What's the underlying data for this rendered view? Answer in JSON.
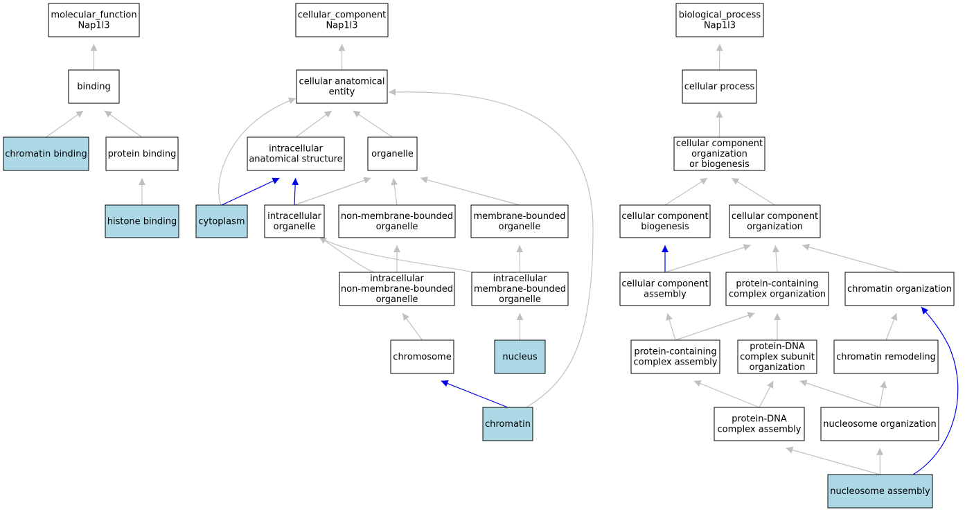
{
  "colors": {
    "highlight": "#add8e6",
    "normal": "#ffffff",
    "edge_default": "#c0c0c0",
    "edge_annotated": "#0000ee"
  },
  "nodes": [
    {
      "id": "mf_root",
      "lines": [
        "molecular_function",
        "Nap1l3"
      ],
      "highlight": false
    },
    {
      "id": "binding",
      "lines": [
        "binding"
      ],
      "highlight": false
    },
    {
      "id": "chromatin_binding",
      "lines": [
        "chromatin binding"
      ],
      "highlight": true
    },
    {
      "id": "protein_binding",
      "lines": [
        "protein binding"
      ],
      "highlight": false
    },
    {
      "id": "histone_binding",
      "lines": [
        "histone binding"
      ],
      "highlight": true
    },
    {
      "id": "cc_root",
      "lines": [
        "cellular_component",
        "Nap1l3"
      ],
      "highlight": false
    },
    {
      "id": "cae",
      "lines": [
        "cellular anatomical",
        "entity"
      ],
      "highlight": false
    },
    {
      "id": "ias",
      "lines": [
        "intracellular",
        "anatomical structure"
      ],
      "highlight": false
    },
    {
      "id": "organelle",
      "lines": [
        "organelle"
      ],
      "highlight": false
    },
    {
      "id": "cytoplasm",
      "lines": [
        "cytoplasm"
      ],
      "highlight": true
    },
    {
      "id": "io",
      "lines": [
        "intracellular",
        "organelle"
      ],
      "highlight": false
    },
    {
      "id": "nmbo",
      "lines": [
        "non-membrane-bounded",
        "organelle"
      ],
      "highlight": false
    },
    {
      "id": "mbo",
      "lines": [
        "membrane-bounded",
        "organelle"
      ],
      "highlight": false
    },
    {
      "id": "inmbo",
      "lines": [
        "intracellular",
        "non-membrane-bounded",
        "organelle"
      ],
      "highlight": false
    },
    {
      "id": "imbo",
      "lines": [
        "intracellular",
        "membrane-bounded",
        "organelle"
      ],
      "highlight": false
    },
    {
      "id": "chromosome",
      "lines": [
        "chromosome"
      ],
      "highlight": false
    },
    {
      "id": "nucleus",
      "lines": [
        "nucleus"
      ],
      "highlight": true
    },
    {
      "id": "chromatin",
      "lines": [
        "chromatin"
      ],
      "highlight": true
    },
    {
      "id": "bp_root",
      "lines": [
        "biological_process",
        "Nap1l3"
      ],
      "highlight": false
    },
    {
      "id": "cp",
      "lines": [
        "cellular process"
      ],
      "highlight": false
    },
    {
      "id": "ccob",
      "lines": [
        "cellular component",
        "organization",
        "or biogenesis"
      ],
      "highlight": false
    },
    {
      "id": "ccb",
      "lines": [
        "cellular component",
        "biogenesis"
      ],
      "highlight": false
    },
    {
      "id": "cco",
      "lines": [
        "cellular component",
        "organization"
      ],
      "highlight": false
    },
    {
      "id": "cca",
      "lines": [
        "cellular component",
        "assembly"
      ],
      "highlight": false
    },
    {
      "id": "pcco",
      "lines": [
        "protein-containing",
        "complex organization"
      ],
      "highlight": false
    },
    {
      "id": "chro",
      "lines": [
        "chromatin organization"
      ],
      "highlight": false
    },
    {
      "id": "pcca",
      "lines": [
        "protein-containing",
        "complex assembly"
      ],
      "highlight": false
    },
    {
      "id": "pdcso",
      "lines": [
        "protein-DNA",
        "complex subunit",
        "organization"
      ],
      "highlight": false
    },
    {
      "id": "chrr",
      "lines": [
        "chromatin remodeling"
      ],
      "highlight": false
    },
    {
      "id": "pdca",
      "lines": [
        "protein-DNA",
        "complex assembly"
      ],
      "highlight": false
    },
    {
      "id": "nuco",
      "lines": [
        "nucleosome organization"
      ],
      "highlight": false
    },
    {
      "id": "nuca",
      "lines": [
        "nucleosome assembly"
      ],
      "highlight": true
    }
  ],
  "edges": [
    {
      "from": "binding",
      "to": "mf_root",
      "annotated": false
    },
    {
      "from": "chromatin_binding",
      "to": "binding",
      "annotated": false
    },
    {
      "from": "protein_binding",
      "to": "binding",
      "annotated": false
    },
    {
      "from": "histone_binding",
      "to": "protein_binding",
      "annotated": false
    },
    {
      "from": "cae",
      "to": "cc_root",
      "annotated": false
    },
    {
      "from": "ias",
      "to": "cae",
      "annotated": false
    },
    {
      "from": "organelle",
      "to": "cae",
      "annotated": false
    },
    {
      "from": "cytoplasm",
      "to": "cae",
      "annotated": false
    },
    {
      "from": "chromatin",
      "to": "cae",
      "annotated": false
    },
    {
      "from": "cytoplasm",
      "to": "ias",
      "annotated": true
    },
    {
      "from": "io",
      "to": "ias",
      "annotated": true
    },
    {
      "from": "io",
      "to": "organelle",
      "annotated": false
    },
    {
      "from": "nmbo",
      "to": "organelle",
      "annotated": false
    },
    {
      "from": "mbo",
      "to": "organelle",
      "annotated": false
    },
    {
      "from": "inmbo",
      "to": "io",
      "annotated": false
    },
    {
      "from": "imbo",
      "to": "io",
      "annotated": false
    },
    {
      "from": "inmbo",
      "to": "nmbo",
      "annotated": false
    },
    {
      "from": "imbo",
      "to": "mbo",
      "annotated": false
    },
    {
      "from": "chromosome",
      "to": "inmbo",
      "annotated": false
    },
    {
      "from": "nucleus",
      "to": "imbo",
      "annotated": false
    },
    {
      "from": "chromatin",
      "to": "chromosome",
      "annotated": true
    },
    {
      "from": "cp",
      "to": "bp_root",
      "annotated": false
    },
    {
      "from": "ccob",
      "to": "cp",
      "annotated": false
    },
    {
      "from": "ccb",
      "to": "ccob",
      "annotated": false
    },
    {
      "from": "cco",
      "to": "ccob",
      "annotated": false
    },
    {
      "from": "cca",
      "to": "ccb",
      "annotated": true
    },
    {
      "from": "cca",
      "to": "cco",
      "annotated": false
    },
    {
      "from": "pcco",
      "to": "cco",
      "annotated": false
    },
    {
      "from": "chro",
      "to": "cco",
      "annotated": false
    },
    {
      "from": "pcca",
      "to": "cca",
      "annotated": false
    },
    {
      "from": "pcca",
      "to": "pcco",
      "annotated": false
    },
    {
      "from": "pdcso",
      "to": "pcco",
      "annotated": false
    },
    {
      "from": "chrr",
      "to": "chro",
      "annotated": false
    },
    {
      "from": "pdca",
      "to": "pcca",
      "annotated": false
    },
    {
      "from": "pdca",
      "to": "pdcso",
      "annotated": false
    },
    {
      "from": "nuco",
      "to": "pdcso",
      "annotated": false
    },
    {
      "from": "nuco",
      "to": "chrr",
      "annotated": false
    },
    {
      "from": "nuca",
      "to": "pdca",
      "annotated": false
    },
    {
      "from": "nuca",
      "to": "nuco",
      "annotated": false
    },
    {
      "from": "nuca",
      "to": "chro",
      "annotated": true
    }
  ]
}
